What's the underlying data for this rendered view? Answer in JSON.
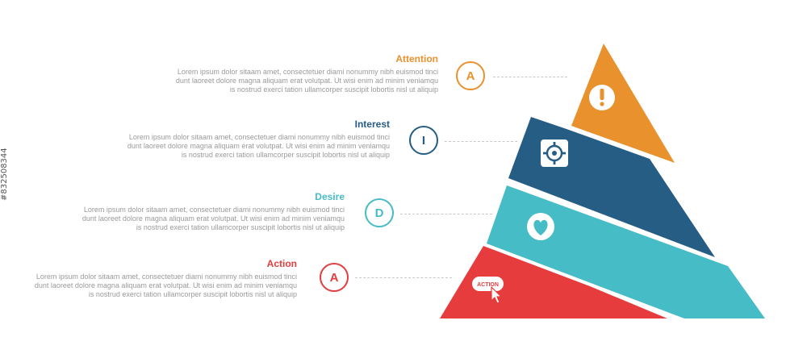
{
  "watermark_id": "#832508344",
  "colors": {
    "attention": "#e8912d",
    "interest": "#265d84",
    "desire": "#45bcc6",
    "action": "#e63c3e"
  },
  "steps": [
    {
      "key": "attention",
      "title": "Attention",
      "letter": "A",
      "icon": "exclamation-icon",
      "text": [
        "Lorem ipsum dolor sitaam amet, consectetuer diami nonummy  nibh euismod tinci",
        "dunt laoreet dolore magna aliquam erat volutpat. Ut wisi enim ad minim veniamqu",
        "is nostrud exerci tation ullamcorper suscipit lobortis nisl ut aliquip"
      ]
    },
    {
      "key": "interest",
      "title": "Interest",
      "letter": "I",
      "icon": "target-icon",
      "text": [
        "Lorem ipsum dolor sitaam amet, consectetuer diami nonummy  nibh euismod tinci",
        "dunt laoreet dolore magna aliquam erat volutpat. Ut wisi enim ad minim veniamqu",
        "is nostrud exerci tation ullamcorper suscipit lobortis nisl ut aliquip"
      ]
    },
    {
      "key": "desire",
      "title": "Desire",
      "letter": "D",
      "icon": "heart-icon",
      "text": [
        "Lorem ipsum dolor sitaam amet, consectetuer diami nonummy  nibh euismod tinci",
        "dunt laoreet dolore magna aliquam erat volutpat. Ut wisi enim ad minim veniamqu",
        "is nostrud exerci tation ullamcorper suscipit lobortis nisl ut aliquip"
      ]
    },
    {
      "key": "action",
      "title": "Action",
      "letter": "A",
      "icon": "action-click-icon",
      "icon_label": "ACTION",
      "text": [
        "Lorem ipsum dolor sitaam amet, consectetuer diami nonummy  nibh euismod tinci",
        "dunt laoreet dolore magna aliquam erat volutpat. Ut wisi enim ad minim veniamqu",
        "is nostrud exerci tation ullamcorper suscipit lobortis nisl ut aliquip"
      ]
    }
  ]
}
